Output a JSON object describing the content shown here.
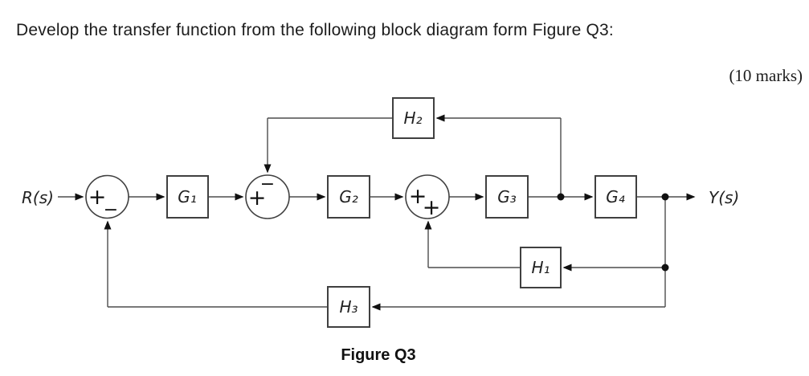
{
  "page": {
    "title": "Develop the transfer function from the following block diagram form Figure Q3:",
    "marks": "(10 marks)",
    "caption": "Figure Q3"
  },
  "diagram": {
    "input_label": "R(s)",
    "output_label": "Y(s)",
    "blocks": {
      "g1": "G₁",
      "g2": "G₂",
      "g3": "G₃",
      "g4": "G₄",
      "h1": "H₁",
      "h2": "H₂",
      "h3": "H₃"
    },
    "sums": {
      "sum1": {
        "left": "+",
        "bottom": "−"
      },
      "sum2": {
        "left": "+",
        "top": "−"
      },
      "sum3": {
        "left": "+",
        "inner": "+"
      }
    },
    "colors": {
      "wire": "#4d4d4d",
      "block_border": "#404040",
      "text": "#1c1c1c"
    }
  }
}
